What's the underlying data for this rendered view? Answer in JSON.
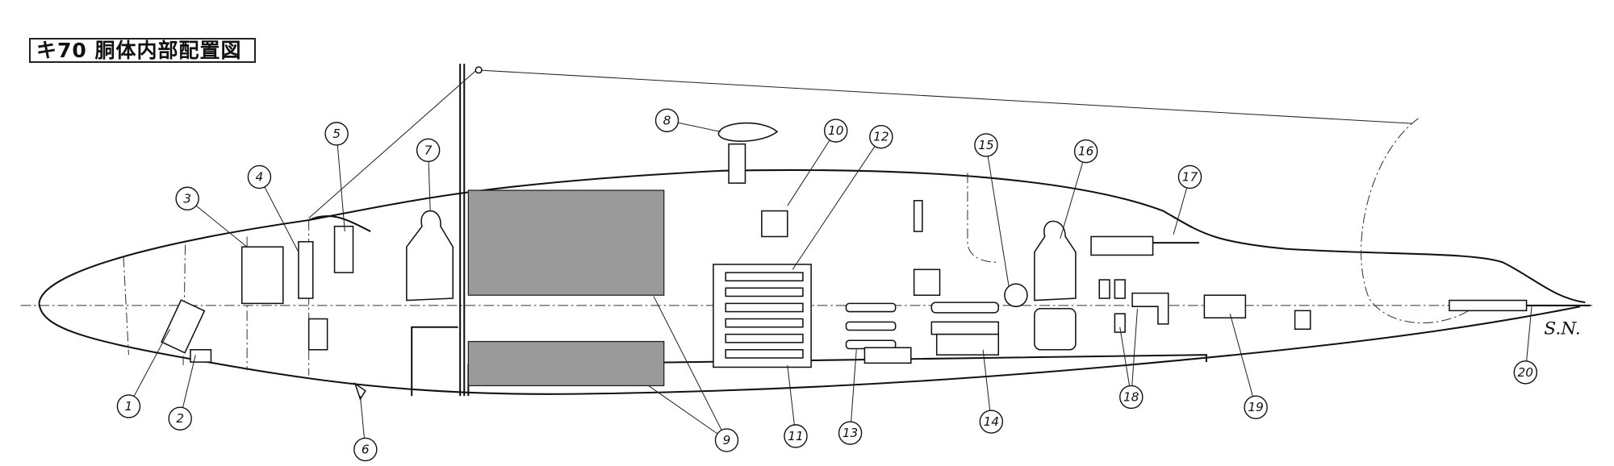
{
  "title": "キ70 胴体内部配置図",
  "signature": "S.N.",
  "callouts": [
    "1",
    "2",
    "3",
    "4",
    "5",
    "6",
    "7",
    "8",
    "9",
    "10",
    "11",
    "12",
    "13",
    "14",
    "15",
    "16",
    "17",
    "18",
    "19",
    "20"
  ]
}
